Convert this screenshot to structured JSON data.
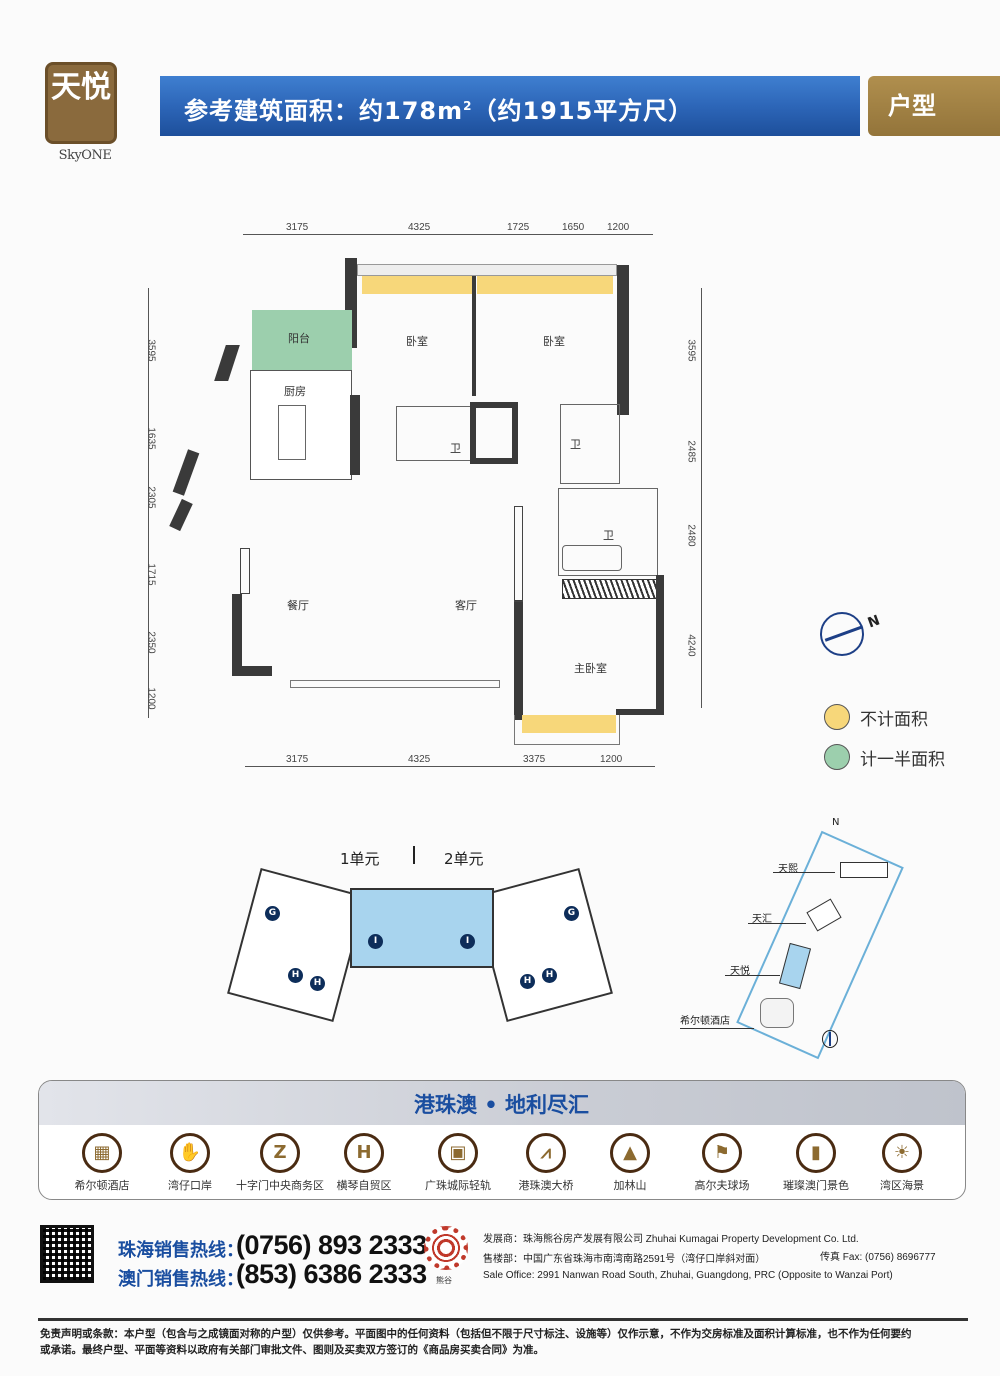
{
  "header": {
    "logo_chars": "天悦",
    "logo_sub": "SkyONE",
    "title_prefix": "参考建筑面积：约178m",
    "title_sup": "2",
    "title_suffix": "（约1915平方尺）",
    "type_tab": "户型"
  },
  "floorplan": {
    "top_dims": [
      "3175",
      "4325",
      "1725",
      "1650",
      "1200"
    ],
    "bottom_dims": [
      "3175",
      "4325",
      "3375",
      "1200"
    ],
    "left_dims": [
      "3595",
      "1635",
      "2305",
      "1715",
      "2350",
      "1200"
    ],
    "right_dims": [
      "3595",
      "2485",
      "2480",
      "4240"
    ],
    "rooms": {
      "balcony": "阳台",
      "kitchen": "厨房",
      "bedroom1": "卧室",
      "bedroom2": "卧室",
      "bath1": "卫",
      "bath2": "卫",
      "bath3": "卫",
      "dining": "餐厅",
      "living": "客厅",
      "master": "主卧室"
    },
    "compass_label": "N"
  },
  "legend": {
    "items": [
      {
        "label": "不计面积",
        "color": "#f7d77a"
      },
      {
        "label": "计一半面积",
        "color": "#9ccfad"
      }
    ]
  },
  "unit_plan": {
    "unit1": "1单元",
    "unit2": "2单元",
    "badges": [
      "G",
      "I",
      "H",
      "H",
      "I",
      "G",
      "H",
      "H"
    ]
  },
  "site_map": {
    "labels": [
      "天熙",
      "天汇",
      "天悦",
      "希尔顿酒店"
    ],
    "north": "N"
  },
  "amenities": {
    "title": "港珠澳 • 地利尽汇",
    "items": [
      {
        "label": "希尔顿酒店",
        "icon": "luggage-icon",
        "glyph": "▦"
      },
      {
        "label": "湾仔口岸",
        "icon": "passport-icon",
        "glyph": "✋"
      },
      {
        "label": "十字门中央商务区",
        "icon": "z-target-icon",
        "glyph": "Z"
      },
      {
        "label": "横琴自贸区",
        "icon": "h-target-icon",
        "glyph": "H"
      },
      {
        "label": "广珠城际轻轨",
        "icon": "train-icon",
        "glyph": "▣"
      },
      {
        "label": "港珠澳大桥",
        "icon": "bridge-icon",
        "glyph": "⩘"
      },
      {
        "label": "加林山",
        "icon": "mountain-icon",
        "glyph": "▲"
      },
      {
        "label": "高尔夫球场",
        "icon": "golf-flag-icon",
        "glyph": "⚑"
      },
      {
        "label": "璀璨澳门景色",
        "icon": "skyline-icon",
        "glyph": "▮"
      },
      {
        "label": "湾区海景",
        "icon": "sea-sun-icon",
        "glyph": "☀"
      }
    ]
  },
  "contact": {
    "zh_label": "珠海销售热线：",
    "zh_number": "(0756) 893 2333",
    "mo_label": "澳门销售热线：",
    "mo_number": "(853) 6386 2333",
    "dev_logo_name": "熊谷",
    "developer": "发展商：珠海熊谷房产发展有限公司 Zhuhai Kumagai Property Development Co. Ltd.",
    "sales_office_zh": "售楼部：中国广东省珠海市南湾南路2591号（湾仔口岸斜对面）",
    "fax": "传真 Fax: (0756) 8696777",
    "sales_office_en": "Sale Office: 2991 Nanwan Road South, Zhuhai, Guangdong, PRC (Opposite to Wanzai Port)"
  },
  "disclaimer": {
    "line1": "免责声明或条款：本户型（包含与之成镜面对称的户型）仅供参考。平面图中的任何资料（包括但不限于尺寸标注、设施等）仅作示意，不作为交房标准及面积计算标准，也不作为任何要约",
    "line2": "或承诺。最终户型、平面等资料以政府有关部门审批文件、图则及买卖双方签订的《商品房买卖合同》为准。"
  }
}
